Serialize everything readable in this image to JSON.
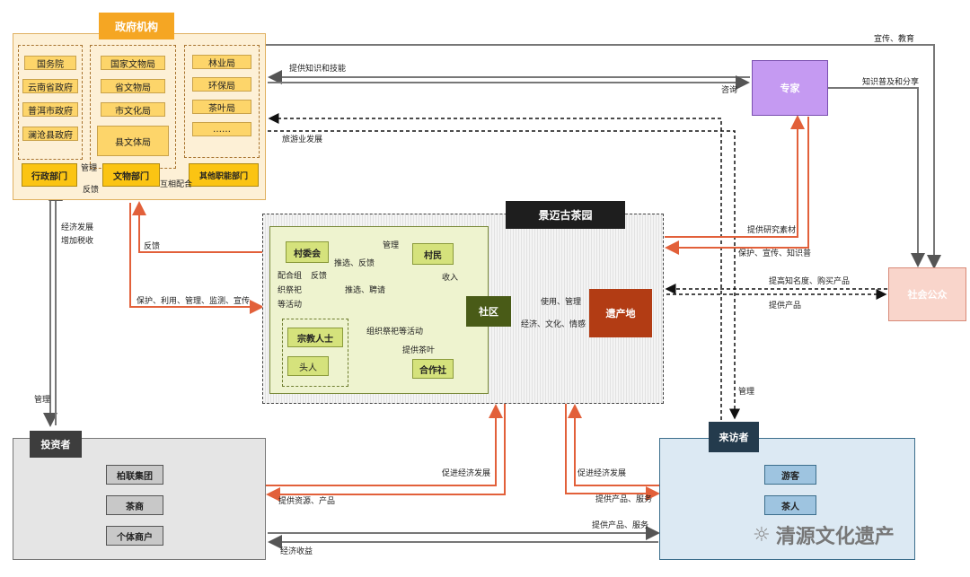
{
  "gov": {
    "title": "政府机构",
    "col1": [
      "国务院",
      "云南省政府",
      "普洱市政府",
      "澜沧县政府"
    ],
    "col2": [
      "国家文物局",
      "省文物局",
      "市文化局",
      "县文体局"
    ],
    "col3": [
      "林业局",
      "环保局",
      "茶叶局",
      "……"
    ],
    "dept_admin": "行政部门",
    "dept_relic": "文物部门",
    "dept_other": "其他职能部门",
    "lbl_manage": "管理",
    "lbl_feedback": "反馈",
    "lbl_cooperate": "互相配合"
  },
  "expert": {
    "title": "专家"
  },
  "public": {
    "title": "社会公众"
  },
  "center": {
    "title": "景迈古茶园",
    "village_committee": "村委会",
    "villagers": "村民",
    "religious": "宗教人士",
    "headman": "头人",
    "coop": "合作社",
    "community": "社区",
    "heritage": "遗产地",
    "lbl_manage": "管理",
    "lbl_recommend_fb": "推选、反馈",
    "lbl_org1": "配合组",
    "lbl_org2": "织祭祀",
    "lbl_org3": "等活动",
    "lbl_fb": "反馈",
    "lbl_recommend_hire": "推选、聘请",
    "lbl_income": "收入",
    "lbl_organize": "组织祭祀等活动",
    "lbl_supply_tea": "提供茶叶",
    "lbl_use_manage": "使用、管理",
    "lbl_eco_culture": "经济、文化、情感"
  },
  "investor": {
    "title": "投资者",
    "items": [
      "柏联集团",
      "茶商",
      "个体商户"
    ]
  },
  "visitor": {
    "title": "来访者",
    "items": [
      "游客",
      "茶人"
    ]
  },
  "edges": {
    "propaganda_edu": "宣传、教育",
    "provide_knowledge": "提供知识和技能",
    "consult": "咨询",
    "knowledge_share": "知识普及和分享",
    "tourism_dev": "旅游业发展",
    "eco_dev": "经济发展",
    "tax": "增加税收",
    "feedback": "反馈",
    "protect_list": "保护、利用、管理、监测、宣传",
    "research_material": "提供研究素材",
    "protect_promote": "保护、宣传、知识普",
    "raise_fame": "提高知名度、购买产品",
    "provide_products": "提供产品",
    "manage_left": "管理",
    "manage_right": "管理",
    "promote_eco_left": "促进经济发展",
    "provide_resources": "提供资源、产品",
    "promote_eco_right": "促进经济发展",
    "provide_product_service_1": "提供产品、服务",
    "provide_product_service_2": "提供产品、服务",
    "eco_income": "经济收益"
  },
  "watermark": "清源文化遗产",
  "colors": {
    "orange_line": "#e2603a",
    "gray_line": "#6e6e6e",
    "expert": "#c59af2",
    "public": "#f9d5cb",
    "heritage": "#b23c14",
    "community": "#495b17",
    "visitor_bg": "#dce9f3",
    "investor_bg": "#e5e5e5",
    "gov_bg": "#fdf0d6"
  }
}
